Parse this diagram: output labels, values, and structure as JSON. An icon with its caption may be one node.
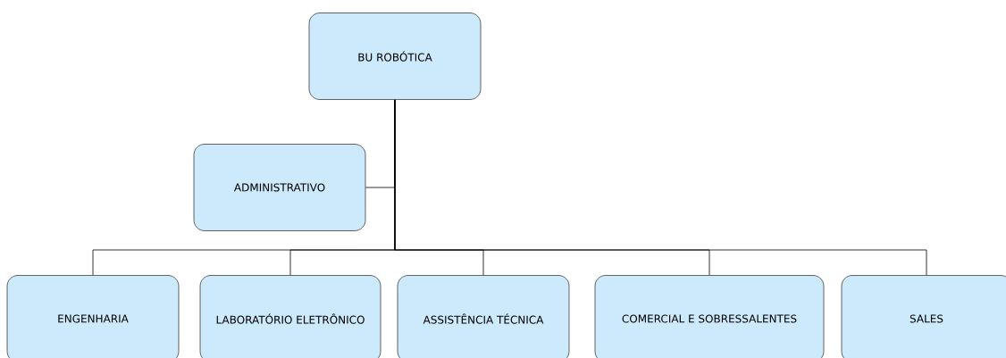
{
  "diagram": {
    "nodes": [
      {
        "text": [
          "BU ROBÓTICA"
        ]
      },
      {
        "text": [
          "ADMINISTRATIVO"
        ]
      },
      {
        "text": [
          "ENGENHARIA"
        ]
      },
      {
        "text": [
          "LABORATÓRIO ELETRÔNICO"
        ]
      },
      {
        "text": [
          "ASSISTÊNCIA TÉCNICA"
        ]
      },
      {
        "text": [
          "COMERCIAL E SOBRESSALENTES"
        ]
      },
      {
        "text": [
          "SALES"
        ]
      }
    ],
    "edges": [
      {
        "from": 0,
        "to": 1,
        "arrow": "none"
      },
      {
        "from": 0,
        "to": 2,
        "arrow": "none"
      },
      {
        "from": 0,
        "to": 3,
        "arrow": "none"
      },
      {
        "from": 0,
        "to": 4,
        "arrow": "none"
      },
      {
        "from": 0,
        "to": 5,
        "arrow": "none"
      },
      {
        "from": 0,
        "to": 6,
        "arrow": "none"
      }
    ]
  }
}
